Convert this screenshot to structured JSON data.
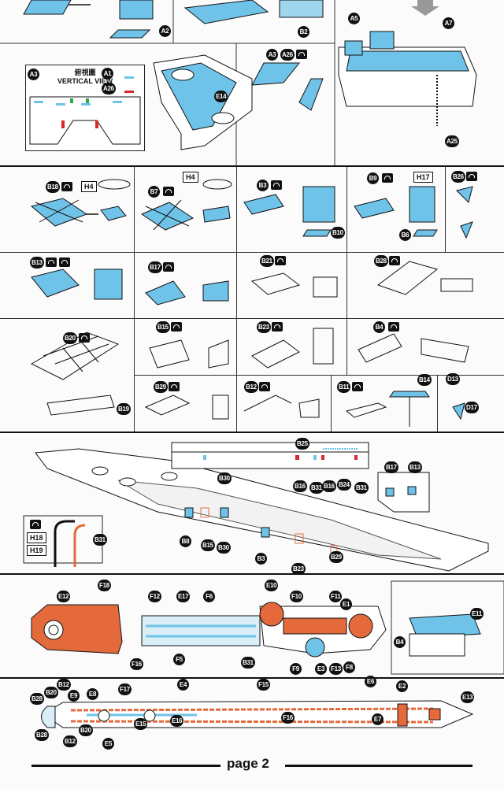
{
  "page_label": "page 2",
  "vertical_view": {
    "title_cn": "俯視圖",
    "title_en": "VERTICAL VIEW",
    "tags": [
      "A3",
      "A1",
      "A26"
    ]
  },
  "top_section": {
    "tags": [
      "A2",
      "B2",
      "A5",
      "A7",
      "A25",
      "E14",
      "A3",
      "A26"
    ]
  },
  "step_section": {
    "tags": [
      "B18",
      "B7",
      "B3",
      "B10",
      "B9",
      "B6",
      "B26",
      "B13",
      "B17",
      "B21",
      "B28",
      "B20",
      "B19",
      "B15",
      "B23",
      "B4",
      "B29",
      "B12",
      "B11",
      "B14",
      "D13",
      "D17"
    ],
    "boxes": [
      "H4",
      "H4",
      "H17"
    ]
  },
  "hull_section": {
    "tags": [
      "B25",
      "B30",
      "B16",
      "B31",
      "B16",
      "B24",
      "B31",
      "B17",
      "B13",
      "B8",
      "B15",
      "B30",
      "B3",
      "B23",
      "B29",
      "B31"
    ],
    "boxes": [
      "H18",
      "H19"
    ]
  },
  "deck_section": {
    "tags": [
      "E12",
      "F18",
      "F12",
      "E17",
      "F6",
      "E10",
      "F10",
      "F11",
      "E1",
      "F16",
      "F5",
      "B31",
      "F9",
      "E3",
      "F13",
      "F8",
      "B4",
      "E11"
    ]
  },
  "bottom_section": {
    "tags": [
      "B28",
      "B20",
      "B12",
      "E9",
      "E8",
      "F17",
      "E4",
      "F15",
      "E6",
      "E2",
      "E13",
      "E15",
      "E16",
      "F16",
      "E7",
      "E5",
      "B28",
      "B12",
      "B20"
    ]
  },
  "colors": {
    "blue": "#6fc3e8",
    "orange": "#e46a3c",
    "red": "#d8262a",
    "green": "#2fa84a",
    "ink": "#111111"
  }
}
